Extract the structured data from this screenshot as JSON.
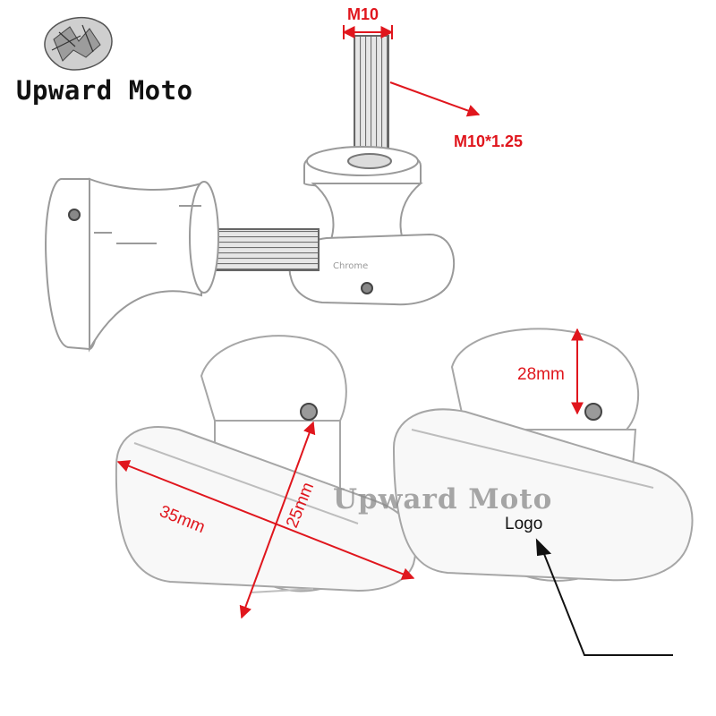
{
  "brand": {
    "name": "Upward Moto",
    "logo_icon": "crumpled-foil-logo-icon"
  },
  "watermark": {
    "text": "Upward Moto"
  },
  "dimensions": {
    "thread_diameter": "M10",
    "thread_pitch": "M10*1.25",
    "height": "28mm",
    "length": "35mm",
    "width": "25mm"
  },
  "callouts": {
    "logo": "Logo"
  },
  "colors": {
    "dimension": "#e0161d",
    "outline": "#9a9a9a",
    "thread": "#6f6f6f"
  }
}
